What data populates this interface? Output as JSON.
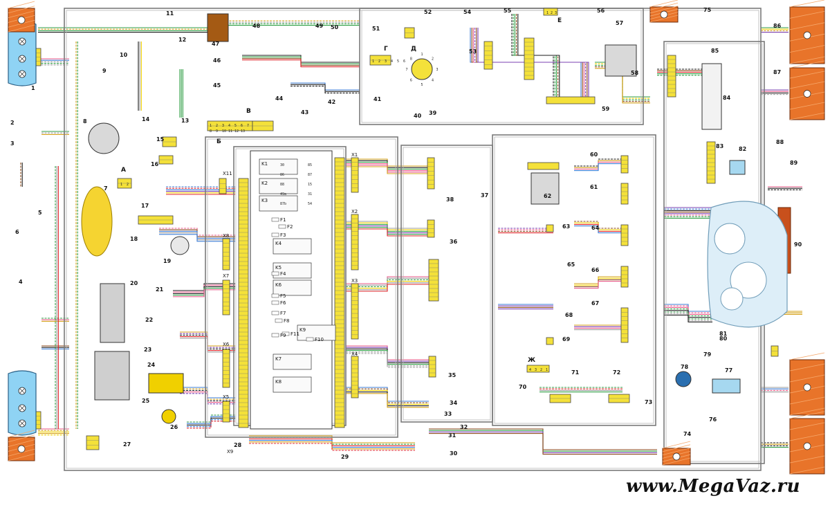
{
  "watermark": "www.MegaVaz.ru",
  "components": [
    {
      "num": "1"
    },
    {
      "num": "2"
    },
    {
      "num": "3"
    },
    {
      "num": "4"
    },
    {
      "num": "5"
    },
    {
      "num": "6"
    },
    {
      "num": "7"
    },
    {
      "num": "8"
    },
    {
      "num": "9"
    },
    {
      "num": "10"
    },
    {
      "num": "11"
    },
    {
      "num": "12"
    },
    {
      "num": "13"
    },
    {
      "num": "14"
    },
    {
      "num": "15"
    },
    {
      "num": "16"
    },
    {
      "num": "17"
    },
    {
      "num": "18"
    },
    {
      "num": "19"
    },
    {
      "num": "20"
    },
    {
      "num": "21"
    },
    {
      "num": "22"
    },
    {
      "num": "23"
    },
    {
      "num": "24"
    },
    {
      "num": "25"
    },
    {
      "num": "26"
    },
    {
      "num": "27"
    },
    {
      "num": "28"
    },
    {
      "num": "29"
    },
    {
      "num": "30"
    },
    {
      "num": "31"
    },
    {
      "num": "32"
    },
    {
      "num": "33"
    },
    {
      "num": "34"
    },
    {
      "num": "35"
    },
    {
      "num": "36"
    },
    {
      "num": "37"
    },
    {
      "num": "38"
    },
    {
      "num": "39"
    },
    {
      "num": "40"
    },
    {
      "num": "41"
    },
    {
      "num": "42"
    },
    {
      "num": "43"
    },
    {
      "num": "44"
    },
    {
      "num": "45"
    },
    {
      "num": "46"
    },
    {
      "num": "47"
    },
    {
      "num": "48"
    },
    {
      "num": "49"
    },
    {
      "num": "50"
    },
    {
      "num": "51"
    },
    {
      "num": "52"
    },
    {
      "num": "53"
    },
    {
      "num": "54"
    },
    {
      "num": "55"
    },
    {
      "num": "56"
    },
    {
      "num": "57"
    },
    {
      "num": "58"
    },
    {
      "num": "59"
    },
    {
      "num": "60"
    },
    {
      "num": "61"
    },
    {
      "num": "62"
    },
    {
      "num": "63"
    },
    {
      "num": "64"
    },
    {
      "num": "65"
    },
    {
      "num": "66"
    },
    {
      "num": "67"
    },
    {
      "num": "68"
    },
    {
      "num": "69"
    },
    {
      "num": "70"
    },
    {
      "num": "71"
    },
    {
      "num": "72"
    },
    {
      "num": "73"
    },
    {
      "num": "74"
    },
    {
      "num": "75"
    },
    {
      "num": "76"
    },
    {
      "num": "77"
    },
    {
      "num": "78"
    },
    {
      "num": "79"
    },
    {
      "num": "80"
    },
    {
      "num": "81"
    },
    {
      "num": "82"
    },
    {
      "num": "83"
    },
    {
      "num": "84"
    },
    {
      "num": "85"
    },
    {
      "num": "86"
    },
    {
      "num": "87"
    },
    {
      "num": "88"
    },
    {
      "num": "89"
    },
    {
      "num": "90"
    }
  ],
  "connector_letters": [
    "А",
    "Б",
    "В",
    "Г",
    "Д",
    "Е",
    "Ж"
  ],
  "harness_connectors": [
    "X1",
    "X2",
    "X3",
    "X4",
    "X5",
    "X6",
    "X7",
    "X8",
    "X9",
    "X11"
  ],
  "relays": [
    "K1",
    "K2",
    "K3",
    "K4",
    "K5",
    "K6",
    "K7",
    "K8",
    "K9"
  ],
  "fuses": [
    "F1",
    "F2",
    "F3",
    "F4",
    "F5",
    "F6",
    "F7",
    "F8",
    "F9",
    "F10",
    "F11"
  ],
  "pins": {
    "connector_a": [
      "1",
      "2"
    ],
    "connector_b_top": [
      "1",
      "2",
      "3",
      "4",
      "5",
      "6",
      "7"
    ],
    "connector_b_bottom": [
      "8",
      "9",
      "10",
      "11",
      "12",
      "13"
    ],
    "connector_g": [
      "1",
      "2",
      "3",
      "4",
      "5",
      "6"
    ],
    "connector_e": [
      "1",
      "2",
      "3"
    ],
    "connector_zh": [
      "4",
      "3",
      "2",
      "1"
    ],
    "ignition_positions": [
      "1",
      "2",
      "3",
      "4",
      "5",
      "6",
      "7",
      "8"
    ],
    "block_pins": [
      "30",
      "85",
      "86",
      "87",
      "88",
      "15",
      "49a",
      "31",
      "87b",
      "54"
    ]
  },
  "colors": {
    "background": "#ffffff",
    "harness_frame": "#7a7a7a",
    "connector": "#f4e13a",
    "headlamp": "#8fd3f4",
    "tail_lamp": "#e8742a",
    "fuse_block": "#ffffff"
  }
}
